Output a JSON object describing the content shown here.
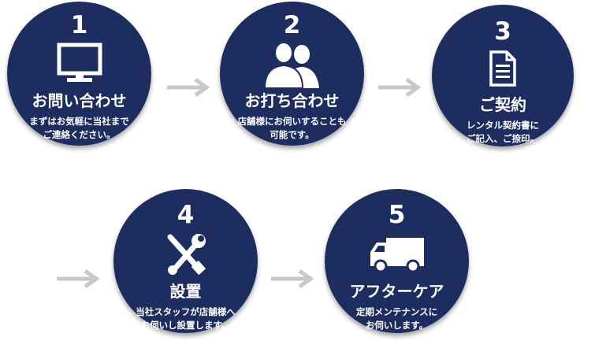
{
  "steps": [
    {
      "number": "1",
      "title": "お問い合わせ",
      "icon": "monitor-icon",
      "desc": [
        "まずはお気軽に当社まで",
        "ご連絡ください。"
      ]
    },
    {
      "number": "2",
      "title": "お打ち合わせ",
      "icon": "people-icon",
      "desc": [
        "店舗様にお伺いすることも",
        "可能です。"
      ]
    },
    {
      "number": "3",
      "title": "ご契約",
      "icon": "document-icon",
      "desc": [
        "レンタル契約書に",
        "ご記入、ご捺印。"
      ]
    },
    {
      "number": "4",
      "title": "設置",
      "icon": "tools-icon",
      "desc": [
        "当社スタッフが店舗様へ",
        "お伺いし設置します。"
      ]
    },
    {
      "number": "5",
      "title": "アフターケア",
      "icon": "truck-icon",
      "desc": [
        "定期メンテナンスに",
        "お伺いします。"
      ]
    }
  ],
  "colors": {
    "circle": "#1e2d5f",
    "arrow": "#c8c8c8",
    "text": "#ffffff"
  }
}
